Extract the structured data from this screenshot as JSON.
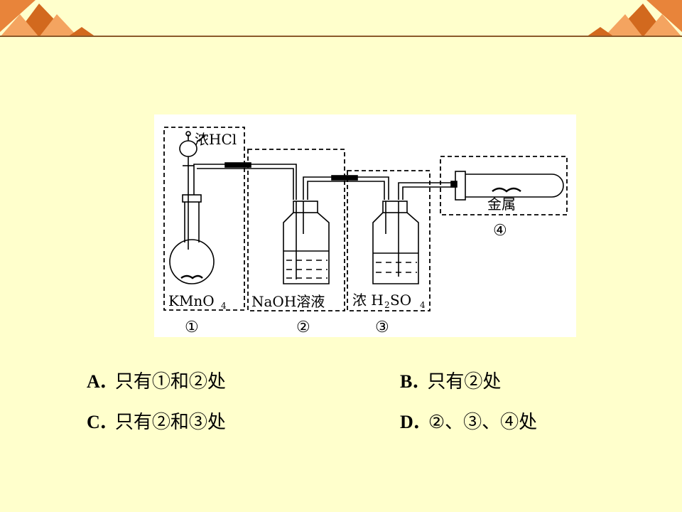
{
  "figure": {
    "labels": {
      "conc_hcl": "浓HCl",
      "kmno4": "KMnO",
      "kmno4_sub": "4",
      "naoh": "NaOH溶液",
      "h2so4_prefix": "浓 H",
      "h2so4_sub1": "2",
      "h2so4_mid": "SO",
      "h2so4_sub2": "4",
      "metal": "金属",
      "num1": "①",
      "num2": "②",
      "num3": "③",
      "num4": "④"
    }
  },
  "options": [
    {
      "letter": "A",
      "sep": ".",
      "text": "只有①和②处"
    },
    {
      "letter": "B",
      "sep": ".",
      "text": "只有②处"
    },
    {
      "letter": "C",
      "sep": ".",
      "text": "只有②和③处"
    },
    {
      "letter": "D",
      "sep": ".",
      "text": "②、③、④处"
    }
  ],
  "colors": {
    "background": "#ffffcc",
    "decoration": "#d2691e",
    "decoration_light": "#f4a460"
  }
}
